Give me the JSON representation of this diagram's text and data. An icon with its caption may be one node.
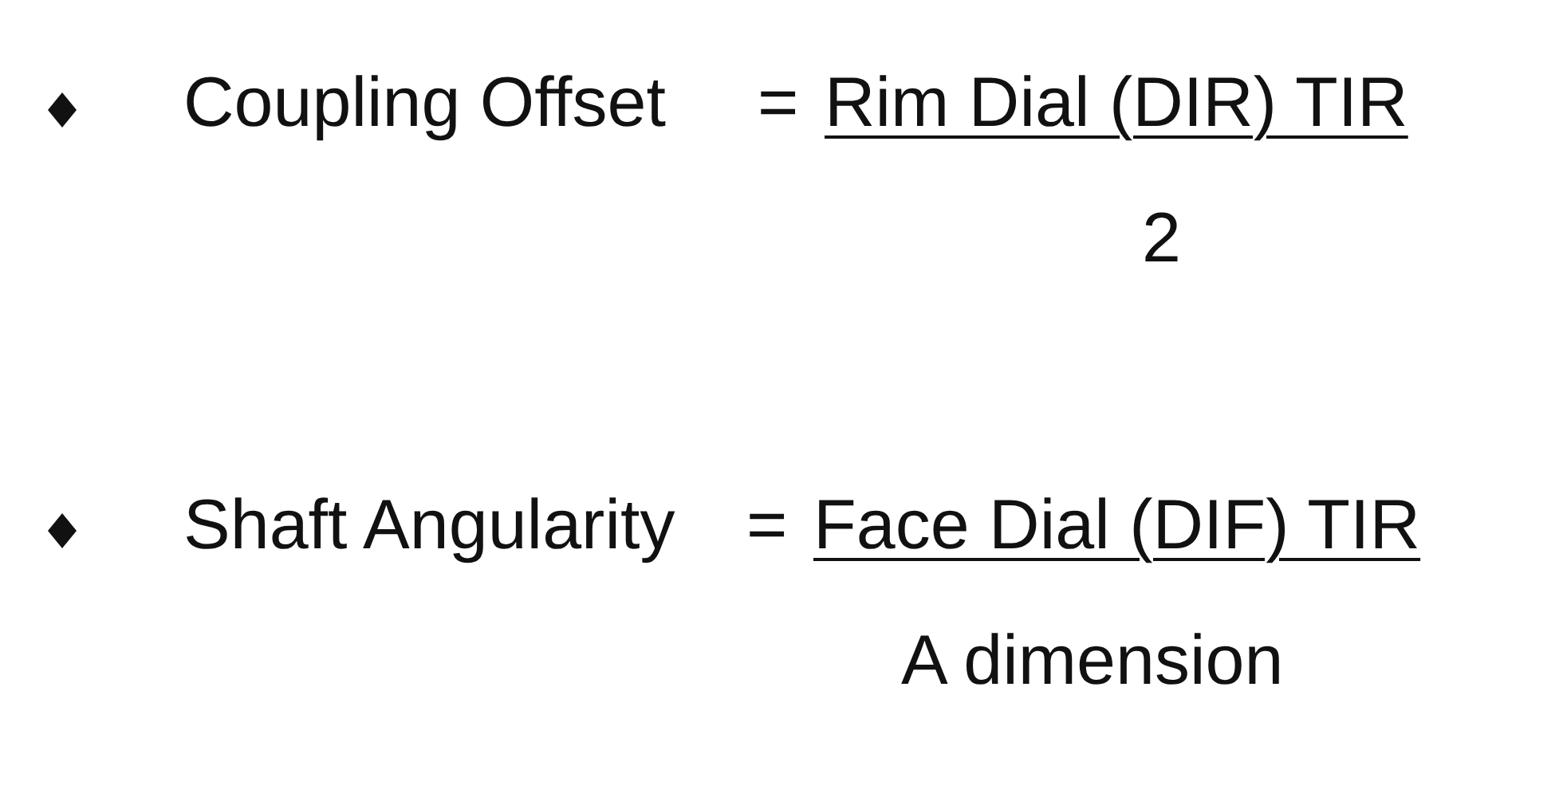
{
  "diagram": {
    "labels": [
      "Coupling Offset",
      "=",
      "Rim Dial (DIR) TIR",
      "2",
      "Shaft Angularity",
      "=",
      "Face Dial (DIF) TIR",
      "A dimension"
    ]
  }
}
